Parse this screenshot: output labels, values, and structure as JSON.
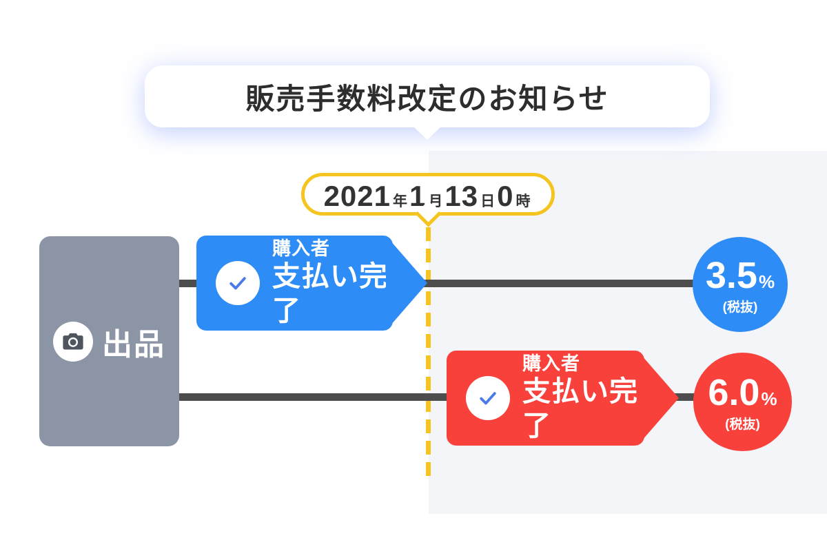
{
  "title": "販売手数料改定のお知らせ",
  "effective_date": {
    "full": "2021年1月13日0時",
    "parts": [
      {
        "text": "2021",
        "size": "large"
      },
      {
        "text": "年",
        "size": "small"
      },
      {
        "text": "1",
        "size": "large"
      },
      {
        "text": "月",
        "size": "small"
      },
      {
        "text": "13",
        "size": "large"
      },
      {
        "text": "日",
        "size": "small"
      },
      {
        "text": "0",
        "size": "large"
      },
      {
        "text": "時",
        "size": "small"
      }
    ]
  },
  "seller": {
    "label": "出品",
    "icon": "camera-icon"
  },
  "rows": {
    "before": {
      "role": "購入者",
      "status": "支払い完了",
      "rate": "3.5",
      "unit": "%",
      "tax_note": "(税抜)",
      "color": "#2E8CF6"
    },
    "after": {
      "role": "購入者",
      "status": "支払い完了",
      "rate": "6.0",
      "unit": "%",
      "tax_note": "(税抜)",
      "color": "#F9413C"
    }
  },
  "colors": {
    "blue": "#2E8CF6",
    "red": "#F9413C",
    "seller_gray": "#8C95A5",
    "yellow": "#F5C41E",
    "connector_dark": "#4D4D4D",
    "panel_bg": "#F4F5F9",
    "check_blue": "#4A7BE8",
    "text_dark": "#2D2D2D"
  }
}
